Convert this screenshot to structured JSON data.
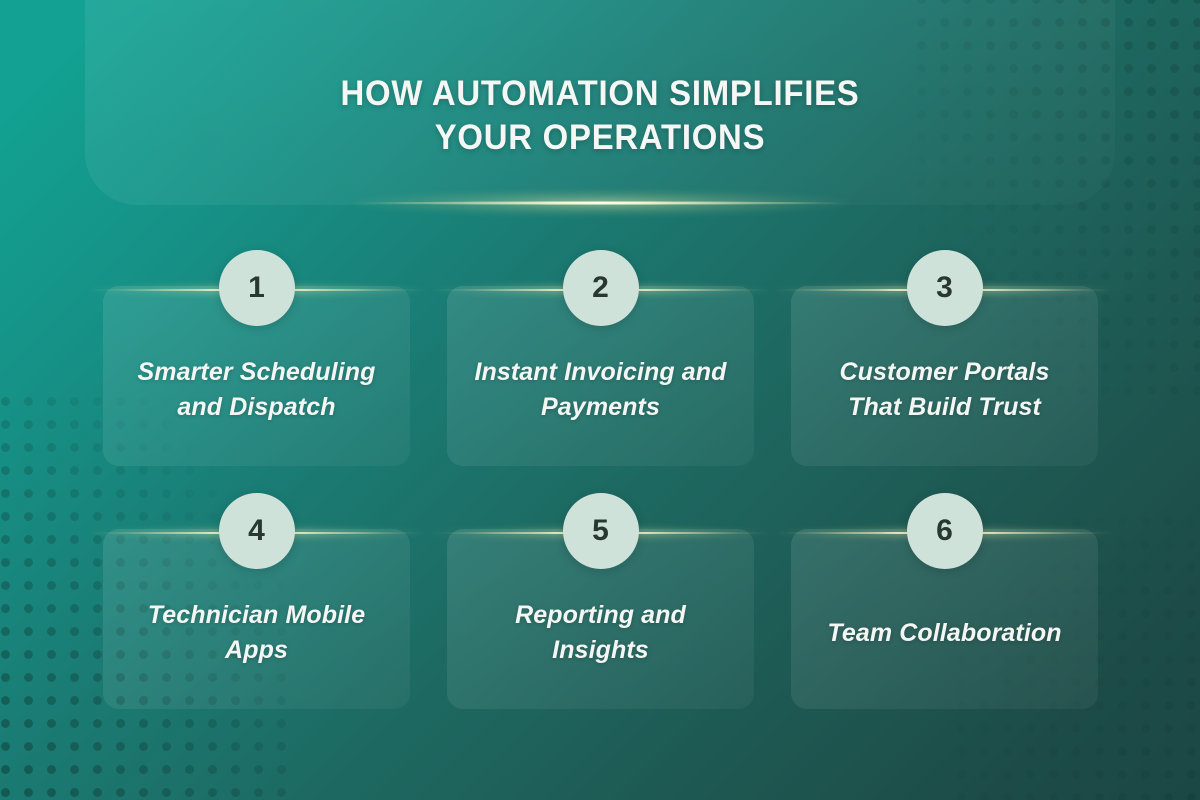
{
  "header": {
    "title": "HOW AUTOMATION SIMPLIFIES\nYOUR OPERATIONS"
  },
  "colors": {
    "bg_top_left": "#12a192",
    "bg_bottom_right": "#1b4745",
    "title_text": "#f4f7f4",
    "badge_fill": "#cfe2da",
    "badge_text": "#28382f",
    "card_label_text": "#f3f6f3",
    "glow": "#f5f0b8"
  },
  "cards": [
    {
      "number": "1",
      "label": "Smarter Scheduling and Dispatch"
    },
    {
      "number": "2",
      "label": "Instant Invoicing and Payments"
    },
    {
      "number": "3",
      "label": "Customer Portals That Build Trust"
    },
    {
      "number": "4",
      "label": "Technician Mobile Apps"
    },
    {
      "number": "5",
      "label": "Reporting and Insights"
    },
    {
      "number": "6",
      "label": "Team Collaboration"
    }
  ]
}
